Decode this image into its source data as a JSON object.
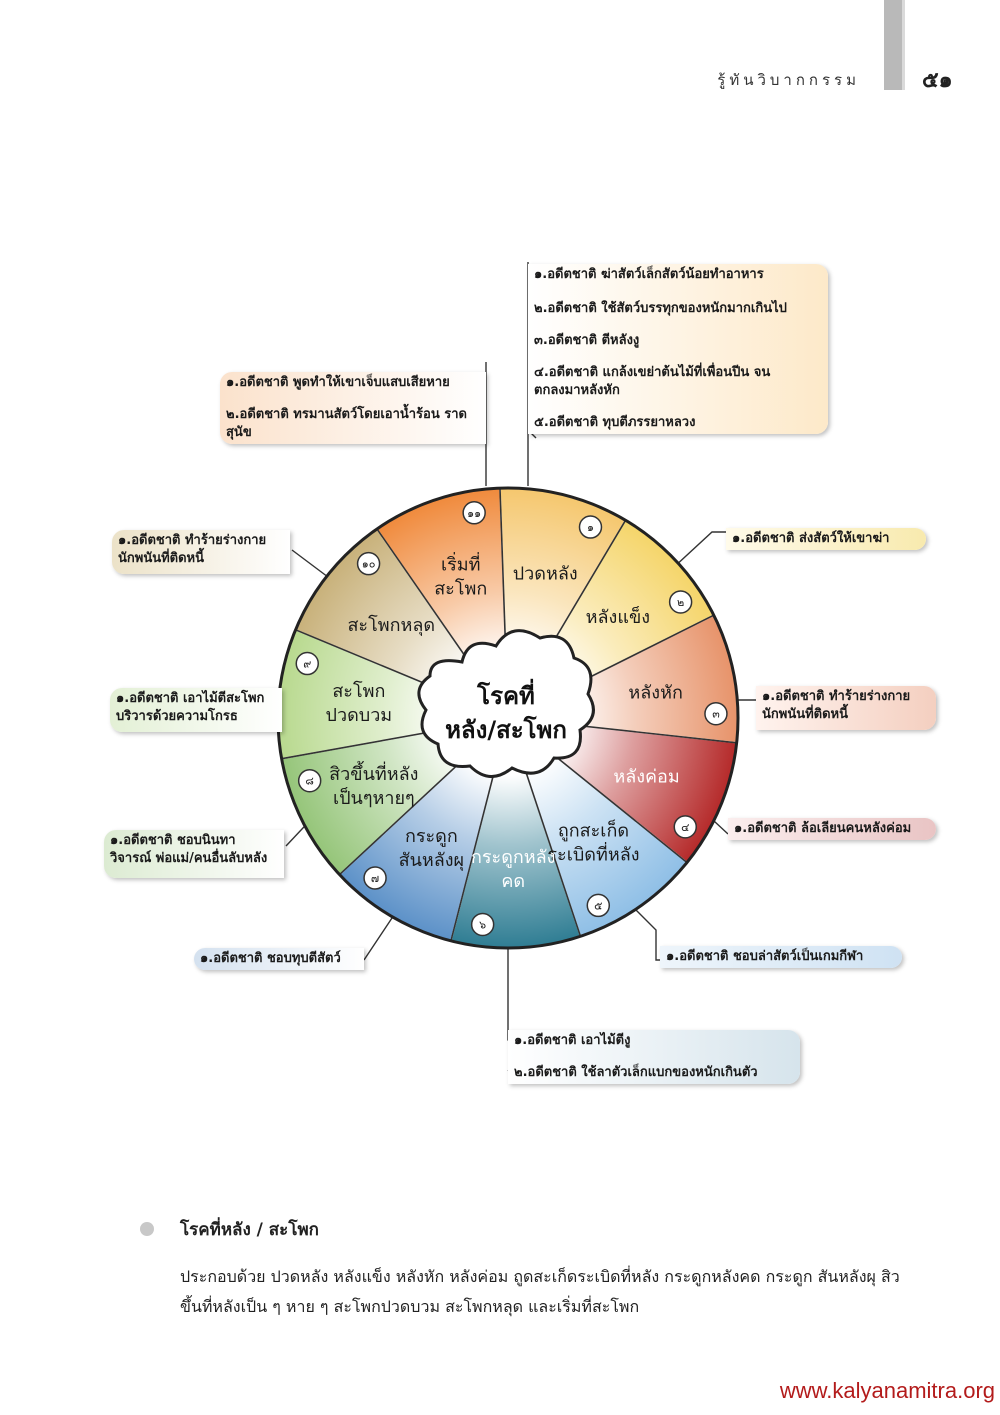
{
  "header": {
    "title": "รู้ทันวิบากกรรม",
    "page_number": "๕๑"
  },
  "diagram": {
    "center_line1": "โรคที่",
    "center_line2": "หลัง/สะโพก",
    "segments": [
      {
        "number": "๑",
        "label": [
          "ปวดหลัง"
        ],
        "color": "#f5c76e"
      },
      {
        "number": "๒",
        "label": [
          "หลังแข็ง"
        ],
        "color": "#f5d56a"
      },
      {
        "number": "๓",
        "label": [
          "หลังหัก"
        ],
        "color": "#e7936a"
      },
      {
        "number": "๔",
        "label": [
          "หลังค่อม"
        ],
        "color": "#b52a2a"
      },
      {
        "number": "๕",
        "label": [
          "ถูกสะเก็ด",
          "ระเบิดที่หลัง"
        ],
        "color": "#8fbfe6"
      },
      {
        "number": "๖",
        "label": [
          "กระดูกหลัง",
          "คด"
        ],
        "color": "#2f7d93"
      },
      {
        "number": "๗",
        "label": [
          "กระดูก",
          "สันหลังผุ"
        ],
        "color": "#5c91c8"
      },
      {
        "number": "๘",
        "label": [
          "สิวขึ้นที่หลัง",
          "เป็นๆหายๆ"
        ],
        "color": "#95c579"
      },
      {
        "number": "๙",
        "label": [
          "สะโพก",
          "ปวดบวม"
        ],
        "color": "#b8d98e"
      },
      {
        "number": "๑๐",
        "label": [
          "สะโพกหลุด"
        ],
        "color": "#c8b17a"
      },
      {
        "number": "๑๑",
        "label": [
          "เริ่มที่",
          "สะโพก"
        ],
        "color": "#f08a3c"
      }
    ],
    "notes": {
      "s1": [
        "๑.อดีตชาติ ฆ่าสัตว์เล็กสัตว์น้อยทำอาหาร",
        "๒.อดีตชาติ ใช้สัตว์บรรทุกของหนักมากเกินไป",
        "๓.อดีตชาติ ตีหลังงู",
        "๔.อดีตชาติ แกล้งเขย่าต้นไม้ที่เพื่อนปีน จนตกลงมาหลังหัก",
        "๕.อดีตชาติ ทุบตีภรรยาหลวง"
      ],
      "s2": [
        "๑.อดีตชาติ ส่งสัตว์ให้เขาฆ่า"
      ],
      "s3": [
        "๑.อดีตชาติ ทำร้ายร่างกาย นักพนันที่ติดหนี้"
      ],
      "s4": [
        "๑.อดีตชาติ ล้อเลียนคนหลังค่อม"
      ],
      "s5": [
        "๑.อดีตชาติ ชอบล่าสัตว์เป็นเกมกีฬา"
      ],
      "s6": [
        "๑.อดีตชาติ เอาไม้ตีงู",
        "๒.อดีตชาติ ใช้ลาตัวเล็กแบกของหนักเกินตัว"
      ],
      "s7": [
        "๑.อดีตชาติ ชอบทุบตีสัตว์"
      ],
      "s8": [
        "๑.อดีตชาติ ชอบนินทา วิจารณ์ พ่อแม่/คนอื่นลับหลัง"
      ],
      "s9": [
        "๑.อดีตชาติ เอาไม้ตีสะโพก บริวารด้วยความโกรธ"
      ],
      "s10": [
        "๑.อดีตชาติ ทำร้ายร่างกาย นักพนันที่ติดหนี้"
      ],
      "s11": [
        "๑.อดีตชาติ พูดทำให้เขาเจ็บแสบเสียหาย",
        "๒.อดีตชาติ ทรมานสัตว์โดยเอาน้ำร้อน ราดสุนัข"
      ]
    }
  },
  "section": {
    "title": "โรคที่หลัง / สะโพก",
    "description": "ประกอบด้วย ปวดหลัง หลังแข็ง หลังหัก หลังค่อม ถูดสะเก็ดระเบิดที่หลัง กระดูกหลังคด กระดูก สันหลังผุ สิวขึ้นที่หลังเป็น ๆ หาย ๆ สะโพกปวดบวม สะโพกหลุด และเริ่มที่สะโพก"
  },
  "footer": {
    "url": "www.kalyanamitra.org"
  }
}
